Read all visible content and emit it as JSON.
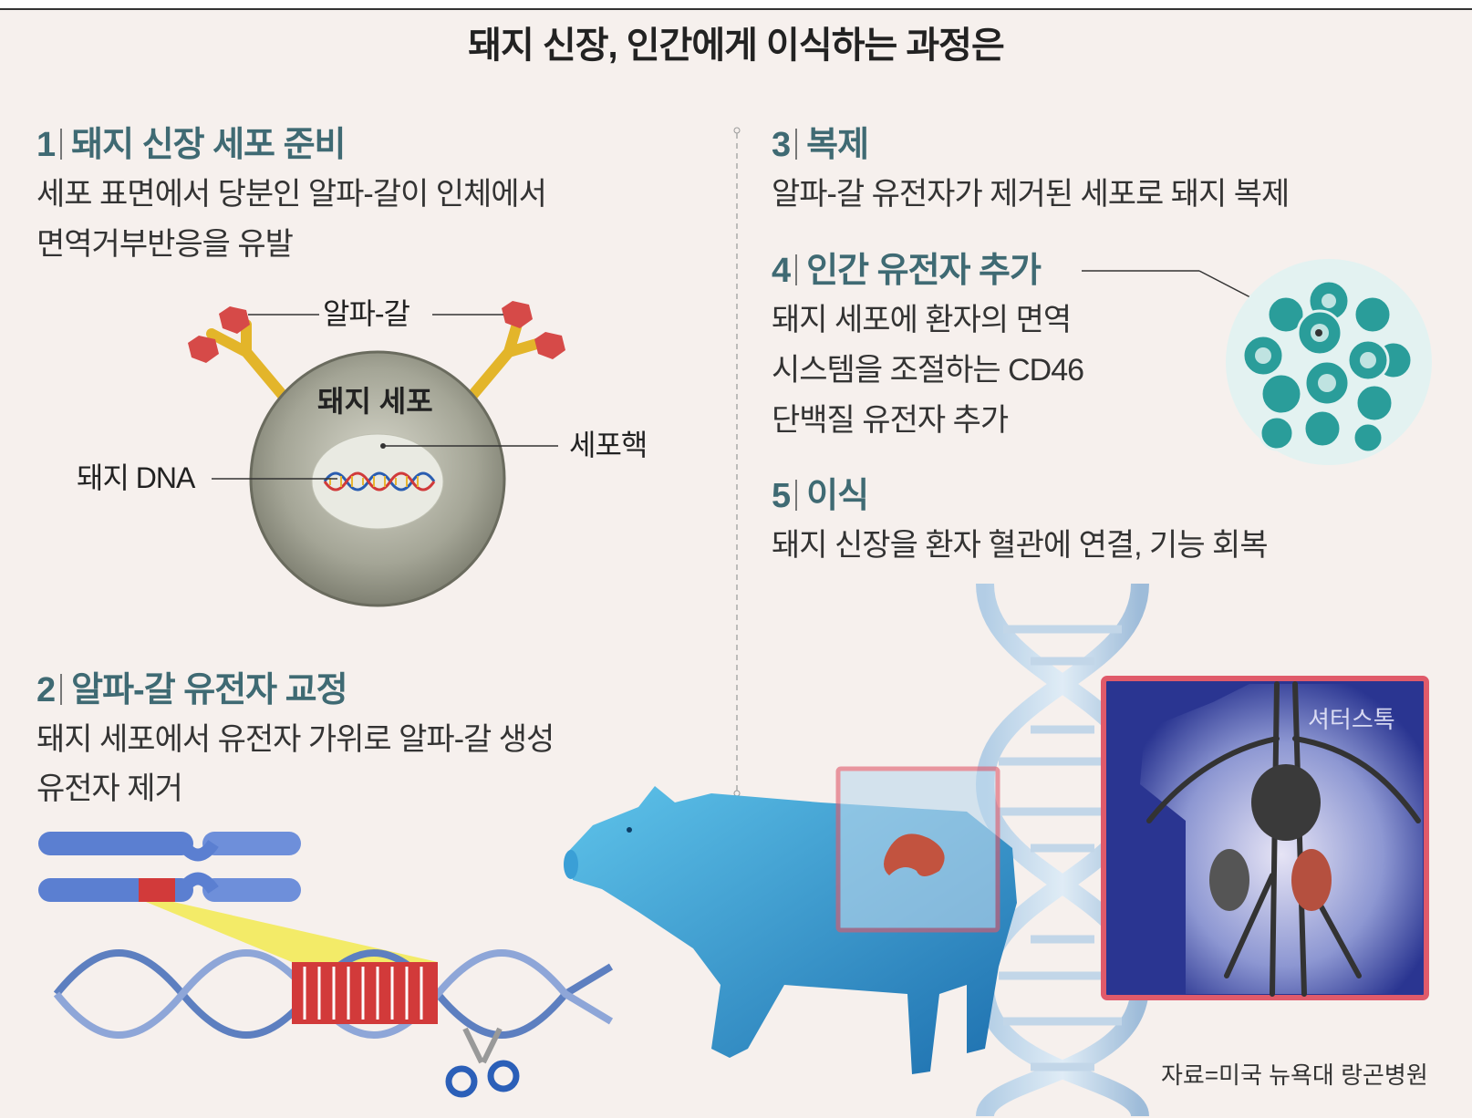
{
  "title": "돼지 신장, 인간에게 이식하는 과정은",
  "steps": [
    {
      "num": "1",
      "heading": "돼지 신장 세포 준비",
      "lines": [
        "세포 표면에서 당분인 알파-갈이 인체에서",
        "면역거부반응을 유발"
      ]
    },
    {
      "num": "2",
      "heading": "알파-갈 유전자 교정",
      "lines": [
        "돼지 세포에서 유전자 가위로 알파-갈 생성",
        "유전자 제거"
      ]
    },
    {
      "num": "3",
      "heading": "복제",
      "lines": [
        "알파-갈 유전자가 제거된 세포로 돼지 복제"
      ]
    },
    {
      "num": "4",
      "heading": "인간 유전자 추가",
      "lines": [
        "돼지 세포에 환자의 면역",
        "시스템을 조절하는 CD46",
        "단백질 유전자 추가"
      ]
    },
    {
      "num": "5",
      "heading": "이식",
      "lines": [
        "돼지 신장을 환자 혈관에 연결, 기능 회복"
      ]
    }
  ],
  "cell_diagram": {
    "alpha_gal_label": "알파-갈",
    "cell_label": "돼지 세포",
    "nucleus_label": "세포핵",
    "dna_label": "돼지 DNA"
  },
  "photo_credit": "셔터스톡",
  "source": "자료=미국 뉴욕대 랑곤병원",
  "colors": {
    "heading": "#3f6a73",
    "background": "#f6f0ed",
    "frame": "#e05a6a",
    "teal_cell": "#2a9d9a"
  }
}
